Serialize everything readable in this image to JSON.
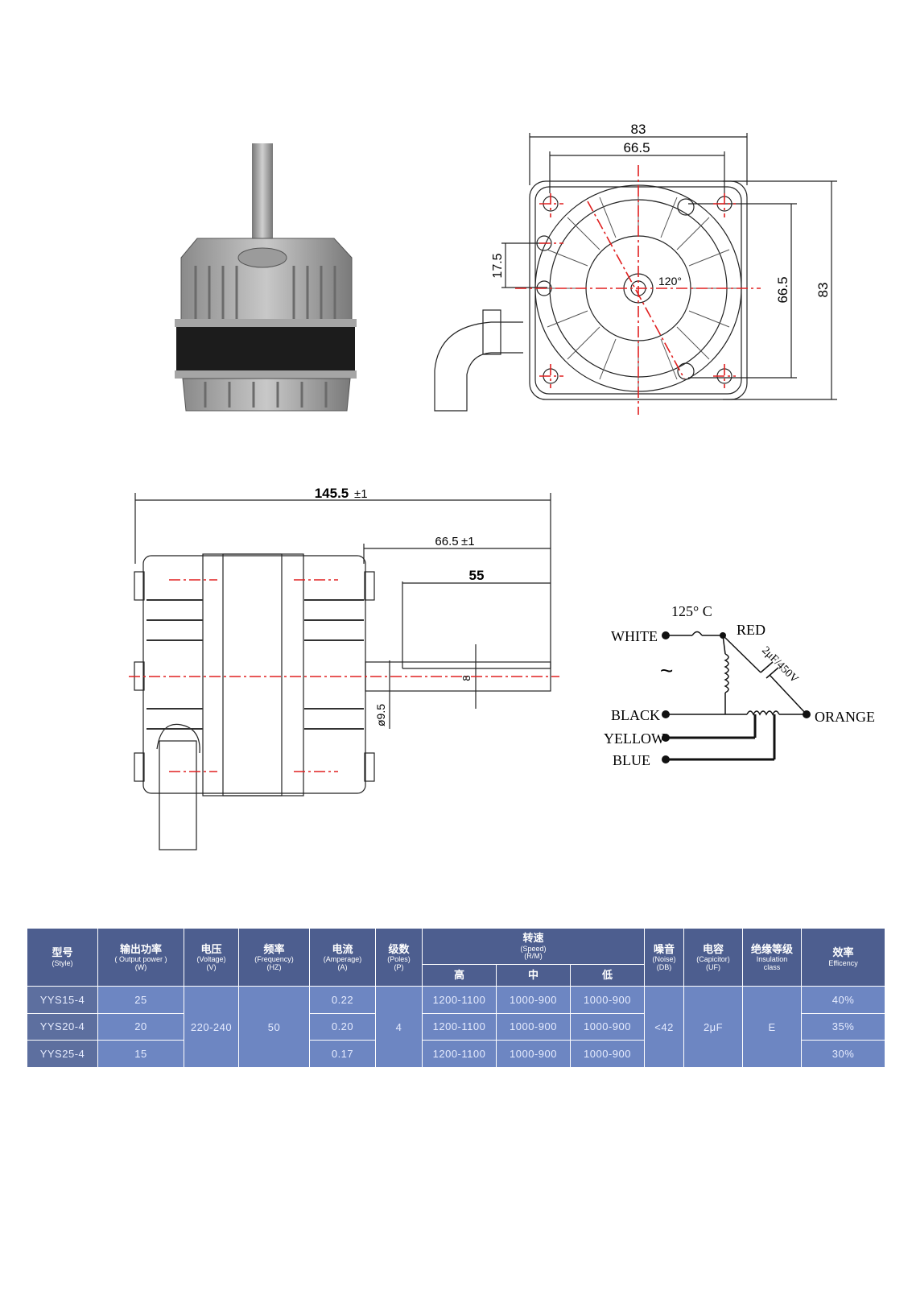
{
  "top_drawing": {
    "width_outer": "83",
    "width_mount": "66.5",
    "height_mount": "66.5",
    "height_outer": "83",
    "offset": "17.5",
    "angle": "120°"
  },
  "side_drawing": {
    "total_length": "145.5",
    "total_tol": "±1",
    "shaft_length": "66.5",
    "shaft_tol": "±1",
    "flat_length": "55",
    "flat_size": "8",
    "shaft_dia": "ø9.5"
  },
  "wiring": {
    "temp": "125° C",
    "white": "WHITE",
    "red": "RED",
    "capacitor": "2μF/450V",
    "ac": "~",
    "black": "BLACK",
    "yellow": "YELLOW",
    "blue": "BLUE",
    "orange": "ORANGE"
  },
  "table": {
    "headers": {
      "style_zh": "型号",
      "style_en": "(Style)",
      "power_zh": "输出功率",
      "power_en": "( Output power )",
      "power_unit": "(W)",
      "voltage_zh": "电压",
      "voltage_en": "(Voltage)",
      "voltage_unit": "(V)",
      "freq_zh": "频率",
      "freq_en": "(Frequency)",
      "freq_unit": "(HZ)",
      "amp_zh": "电流",
      "amp_en": "(Amperage)",
      "amp_unit": "(A)",
      "poles_zh": "级数",
      "poles_en": "(Poles)",
      "poles_unit": "(P)",
      "speed_zh": "转速",
      "speed_en": "(Speed)",
      "speed_unit": "(R/M)",
      "high": "高",
      "mid": "中",
      "low": "低",
      "noise_zh": "噪音",
      "noise_en": "(Noise)",
      "noise_unit": "(DB)",
      "cap_zh": "电容",
      "cap_en": "(Capicitor)",
      "cap_unit": "(UF)",
      "ins_zh": "绝缘等级",
      "ins_en": "Insulation",
      "ins_en2": "class",
      "eff_zh": "效率",
      "eff_en": "Efficency"
    },
    "shared": {
      "voltage": "220-240",
      "freq": "50",
      "poles": "4",
      "noise": "<42",
      "cap": "2μF",
      "ins": "E"
    },
    "rows": [
      {
        "model": "YYS15-4",
        "power": "25",
        "amp": "0.22",
        "high": "1200-1100",
        "mid": "1000-900",
        "low": "1000-900",
        "eff": "40%"
      },
      {
        "model": "YYS20-4",
        "power": "20",
        "amp": "0.20",
        "high": "1200-1100",
        "mid": "1000-900",
        "low": "1000-900",
        "eff": "35%"
      },
      {
        "model": "YYS25-4",
        "power": "15",
        "amp": "0.17",
        "high": "1200-1100",
        "mid": "1000-900",
        "low": "1000-900",
        "eff": "30%"
      }
    ]
  }
}
